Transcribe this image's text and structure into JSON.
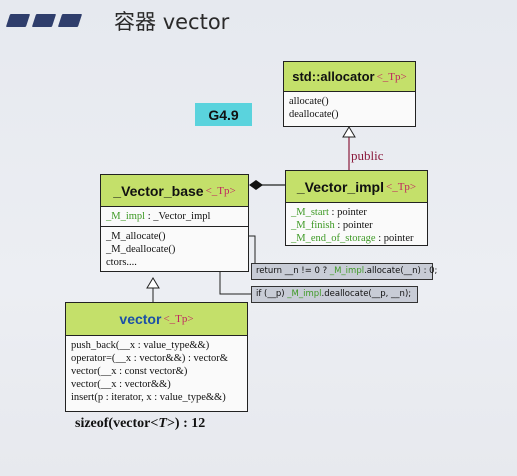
{
  "header": {
    "title_cn": "容器",
    "title_code": "vector"
  },
  "badge": "G4.9",
  "relation_label": "public",
  "allocator": {
    "name": "std::allocator",
    "tparam": "<_Tp>",
    "methods": [
      "allocate()",
      "deallocate()"
    ]
  },
  "vector_base": {
    "name": "_Vector_base",
    "tparam": "<_Tp>",
    "field": {
      "name": "_M_impl",
      "type": ": _Vector_impl"
    },
    "methods": [
      "_M_allocate()",
      "_M_deallocate()",
      "ctors...."
    ]
  },
  "vector_impl": {
    "name": "_Vector_impl",
    "tparam": "<_Tp>",
    "fields": [
      {
        "name": "_M_start",
        "type": ": pointer"
      },
      {
        "name": "_M_finish",
        "type": ": pointer"
      },
      {
        "name": "_M_end_of_storage",
        "type": ": pointer"
      }
    ]
  },
  "callouts": {
    "allocate": {
      "pre": "return __n != 0 ? ",
      "hl": "_M_impl",
      "post": ".allocate(__n) : 0;"
    },
    "deallocate": {
      "pre": "if (__p) ",
      "hl": "_M_impl",
      "post": ".deallocate(__p, __n);"
    }
  },
  "vector": {
    "name": "vector",
    "tparam": "<_Tp>",
    "methods": [
      "push_back(__x : value_type&&)",
      "operator=(__x : vector&&) : vector&",
      "vector(__x : const vector&)",
      "vector(__x : vector&&)",
      "insert(p : iterator, x : value_type&&)"
    ]
  },
  "sizeof": {
    "pre": "sizeof(vector<",
    "t": "T",
    "post": ">) : 12"
  }
}
